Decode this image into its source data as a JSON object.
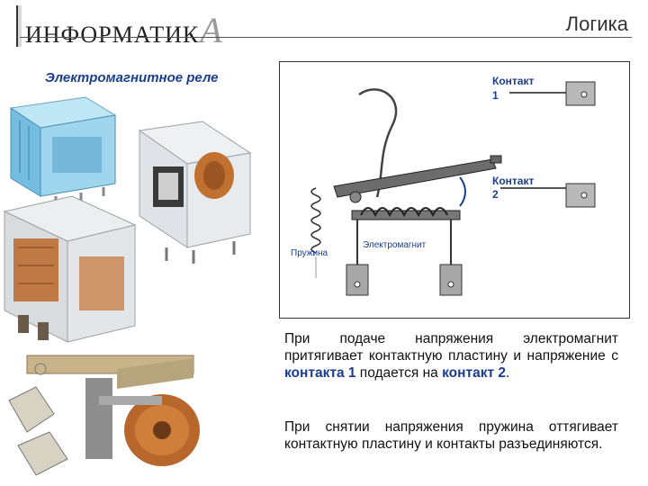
{
  "header": {
    "logo_main": "ИНФОРМАТИК",
    "logo_last": "А",
    "section": "Логика"
  },
  "slide": {
    "title": "Электромагнитное реле"
  },
  "diagram": {
    "contact1_label": "Контакт",
    "contact1_num": "1",
    "contact2_label": "Контакт",
    "contact2_num": "2",
    "spring_label": "Пружина",
    "magnet_label": "Электромагнит"
  },
  "text": {
    "p1_part1": "При подаче напряжения электромагнит притягивает контактную пластину и напряжение с ",
    "p1_hl1": "контакта 1",
    "p1_part2": " подается на ",
    "p1_hl2": "контакт 2",
    "p1_part3": ".",
    "p2": "При снятии напряжения пружина оттягивает контактную пластину и контакты разъединяются."
  },
  "colors": {
    "accent_text": "#1a3d8f",
    "relay_blue": "#7ec8e8",
    "coil_copper": "#b8672c"
  },
  "icons": [
    "relay-photo-blue",
    "relay-photo-clear",
    "relay-photo-large",
    "relay-photo-open-frame"
  ]
}
